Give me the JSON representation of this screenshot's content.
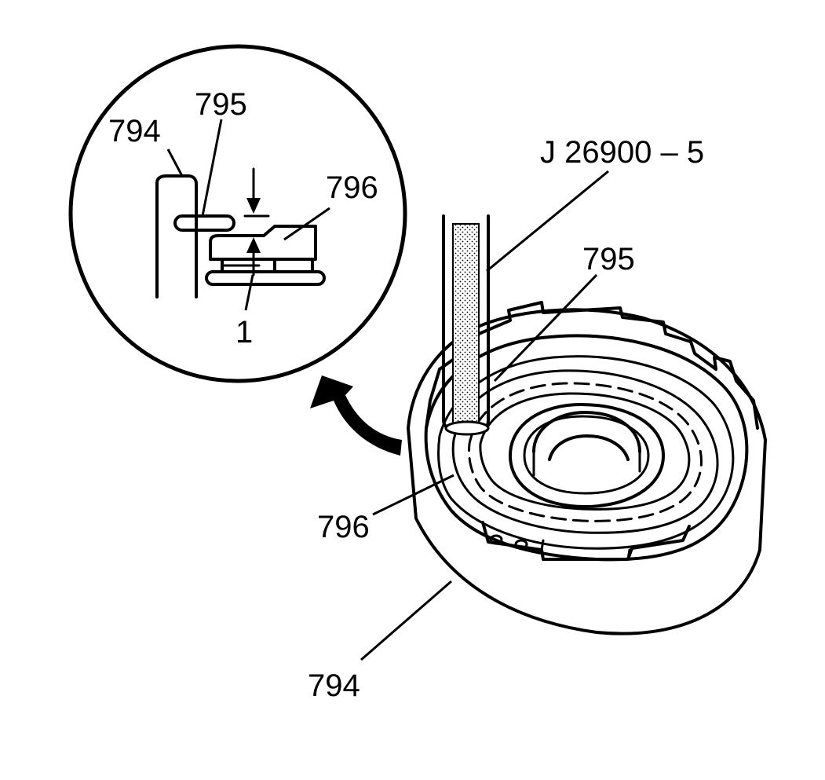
{
  "labels": {
    "inset_housing": "794",
    "inset_ring": "795",
    "inset_plate": "796",
    "inset_clearance": "1",
    "tool": "J 26900 – 5",
    "ring": "795",
    "plate": "796",
    "housing": "794"
  }
}
